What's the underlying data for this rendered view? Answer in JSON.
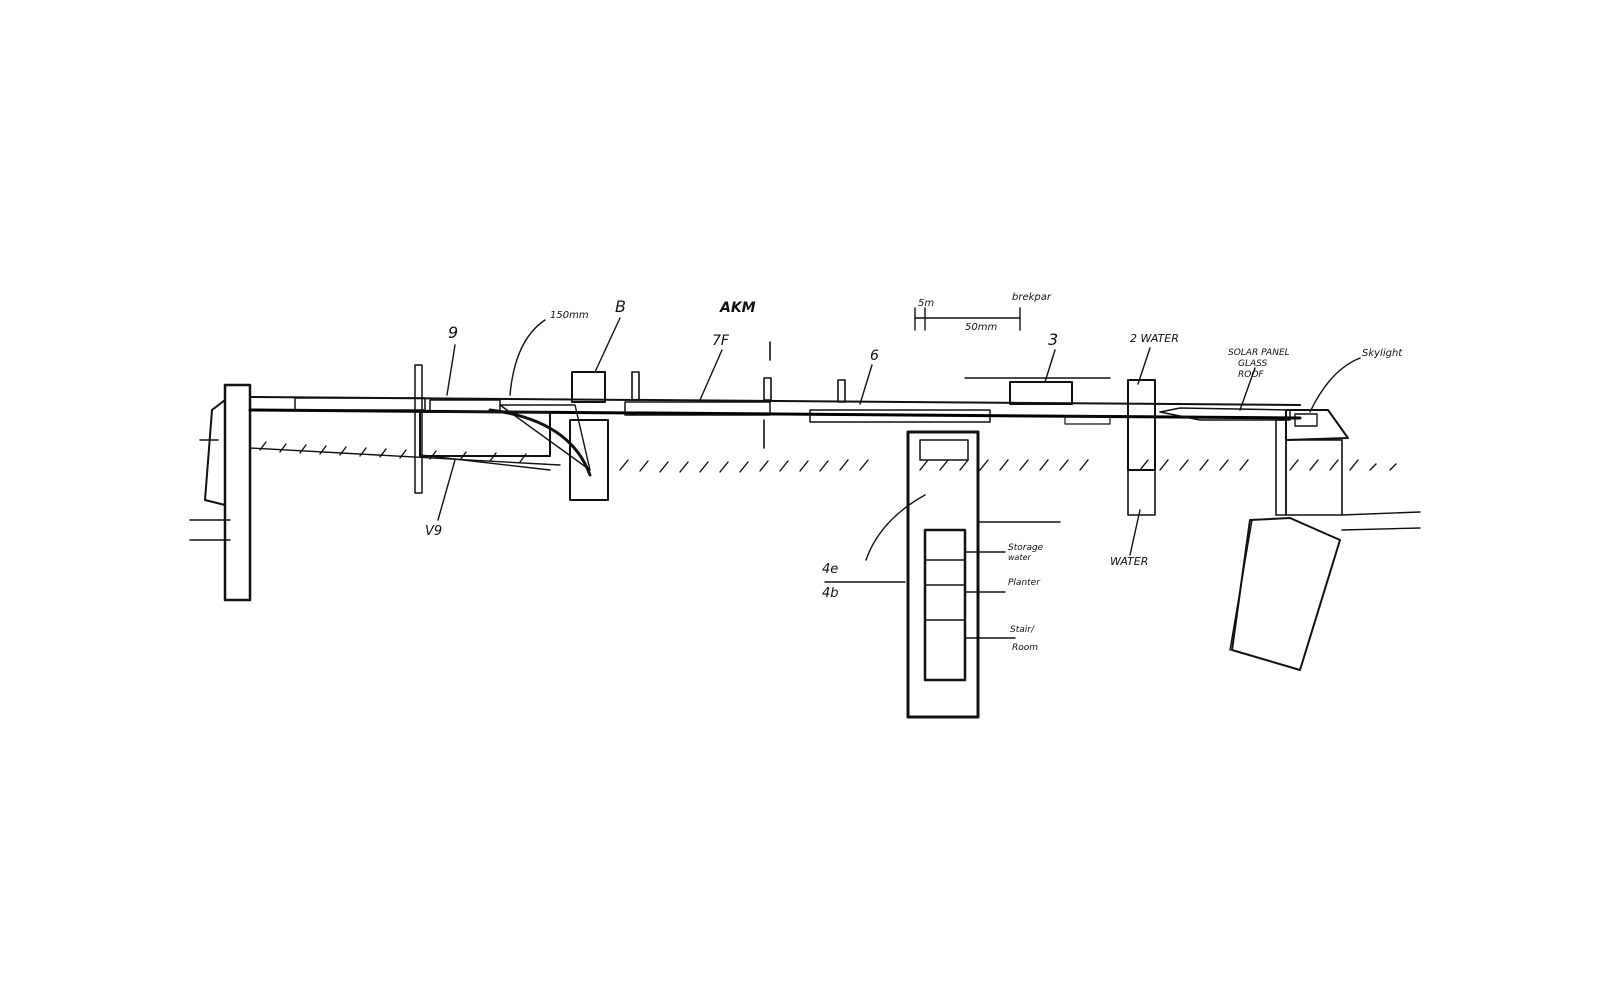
{
  "labels": {
    "l_9": "9",
    "l_150mm": "150mm",
    "l_b8": "B",
    "l_akm": "AKM",
    "l_7e": "7F",
    "l_6": "6",
    "l_5m": "5m",
    "l_50mm": "50mm",
    "l_scale_right": "brekpar",
    "l_3": "3",
    "l_2water": "2 WATER",
    "l_right_top1": "SOLAR PANEL",
    "l_right_top2": "GLASS",
    "l_right_top3": "ROOF",
    "l_right_far": "Skylight",
    "l_v9": "V9",
    "l_water": "WATER",
    "l_4e": "4e",
    "l_4b": "4b",
    "l_storage1": "Storage",
    "l_storage2": "water",
    "l_planter": "Planter",
    "l_stair1": "Stair/",
    "l_stair2": "Room"
  },
  "colors": {
    "ink": "#111111",
    "paper": "#ffffff"
  }
}
